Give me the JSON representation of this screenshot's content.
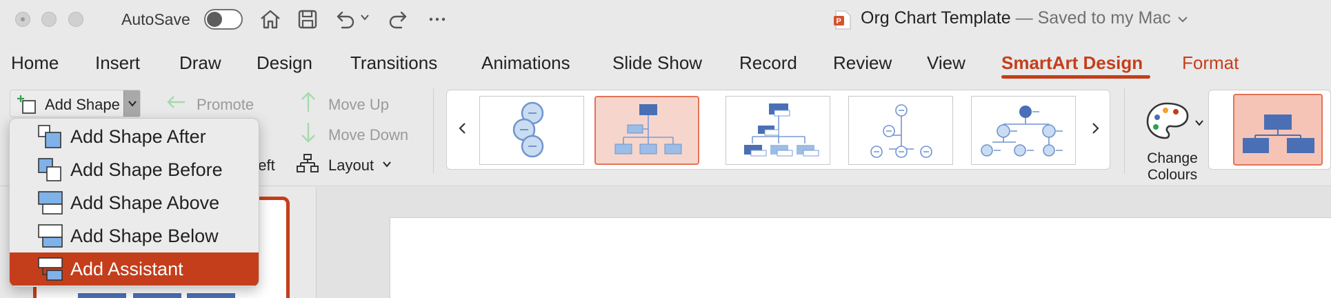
{
  "titlebar": {
    "autosave_label": "AutoSave",
    "doc_name": "Org Chart Template",
    "doc_status": " — Saved to my Mac"
  },
  "tabs": [
    {
      "label": "Home"
    },
    {
      "label": "Insert"
    },
    {
      "label": "Draw"
    },
    {
      "label": "Design"
    },
    {
      "label": "Transitions"
    },
    {
      "label": "Animations"
    },
    {
      "label": "Slide Show"
    },
    {
      "label": "Record"
    },
    {
      "label": "Review"
    },
    {
      "label": "View"
    },
    {
      "label": "SmartArt Design"
    },
    {
      "label": "Format"
    }
  ],
  "ribbon": {
    "add_shape": "Add Shape",
    "promote": "Promote",
    "move_up": "Move Up",
    "move_down": "Move Down",
    "left_partial": "Left",
    "layout": "Layout",
    "change_colours_line1": "Change",
    "change_colours_line2": "Colours"
  },
  "dropdown": {
    "items": [
      {
        "label": "Add Shape After"
      },
      {
        "label": "Add Shape Before"
      },
      {
        "label": "Add Shape Above"
      },
      {
        "label": "Add Shape Below"
      },
      {
        "label": "Add Assistant"
      }
    ]
  },
  "colors": {
    "accent": "#c43e1c",
    "smartart_blue": "#4a6fb5",
    "light_blue": "#9cbde6"
  }
}
